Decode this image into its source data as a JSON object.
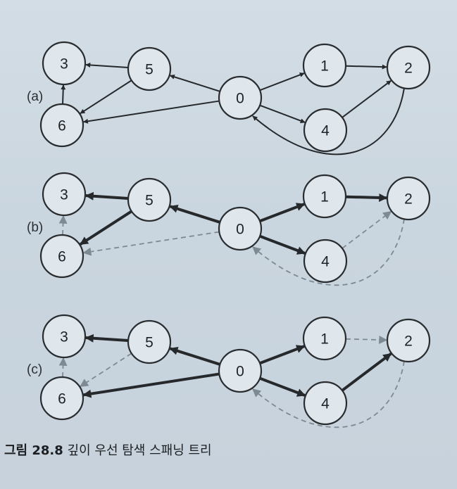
{
  "caption": {
    "number": "그림 28.8",
    "title": "깊이 우선 탐색 스패닝 트리"
  },
  "panels": [
    {
      "label": "(a)",
      "nodes": [
        "0",
        "1",
        "2",
        "3",
        "4",
        "5",
        "6"
      ],
      "edges": [
        {
          "from": "5",
          "to": "3",
          "style": "normal"
        },
        {
          "from": "5",
          "to": "6",
          "style": "normal"
        },
        {
          "from": "6",
          "to": "3",
          "style": "normal"
        },
        {
          "from": "0",
          "to": "5",
          "style": "normal"
        },
        {
          "from": "0",
          "to": "6",
          "style": "normal"
        },
        {
          "from": "0",
          "to": "1",
          "style": "normal"
        },
        {
          "from": "0",
          "to": "4",
          "style": "normal"
        },
        {
          "from": "1",
          "to": "2",
          "style": "normal"
        },
        {
          "from": "4",
          "to": "2",
          "style": "normal"
        },
        {
          "from": "2",
          "to": "0",
          "style": "normal"
        }
      ]
    },
    {
      "label": "(b)",
      "nodes": [
        "0",
        "1",
        "2",
        "3",
        "4",
        "5",
        "6"
      ],
      "edges": [
        {
          "from": "5",
          "to": "3",
          "style": "tree"
        },
        {
          "from": "5",
          "to": "6",
          "style": "tree"
        },
        {
          "from": "6",
          "to": "3",
          "style": "dashed"
        },
        {
          "from": "0",
          "to": "5",
          "style": "tree"
        },
        {
          "from": "0",
          "to": "6",
          "style": "dashed"
        },
        {
          "from": "0",
          "to": "1",
          "style": "tree"
        },
        {
          "from": "0",
          "to": "4",
          "style": "tree"
        },
        {
          "from": "1",
          "to": "2",
          "style": "tree"
        },
        {
          "from": "4",
          "to": "2",
          "style": "dashed"
        },
        {
          "from": "2",
          "to": "0",
          "style": "dashed"
        }
      ]
    },
    {
      "label": "(c)",
      "nodes": [
        "0",
        "1",
        "2",
        "3",
        "4",
        "5",
        "6"
      ],
      "edges": [
        {
          "from": "5",
          "to": "3",
          "style": "tree"
        },
        {
          "from": "5",
          "to": "6",
          "style": "dashed"
        },
        {
          "from": "6",
          "to": "3",
          "style": "dashed"
        },
        {
          "from": "0",
          "to": "5",
          "style": "tree"
        },
        {
          "from": "0",
          "to": "6",
          "style": "tree"
        },
        {
          "from": "0",
          "to": "1",
          "style": "tree"
        },
        {
          "from": "0",
          "to": "4",
          "style": "tree"
        },
        {
          "from": "1",
          "to": "2",
          "style": "dashed"
        },
        {
          "from": "4",
          "to": "2",
          "style": "tree"
        },
        {
          "from": "2",
          "to": "0",
          "style": "dashed"
        }
      ]
    }
  ],
  "colors": {
    "tree_edge": "#26292c",
    "normal_edge": "#26292c",
    "dashed_edge": "#7d8a94",
    "node_fill": "#dfe7ed",
    "node_stroke": "#2a2d30"
  }
}
